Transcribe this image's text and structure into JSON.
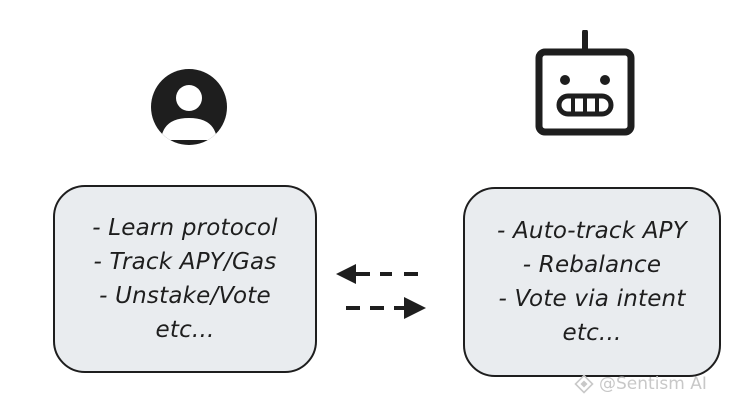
{
  "human": {
    "icon": "person-icon",
    "lines": [
      "- Learn protocol",
      "- Track APY/Gas",
      "- Unstake/Vote",
      "etc..."
    ]
  },
  "agent": {
    "icon": "robot-icon",
    "lines": [
      "- Auto-track APY",
      "- Rebalance",
      "- Vote via intent",
      "etc..."
    ]
  },
  "watermark": {
    "text": "@Sentism AI",
    "icon": "sentism-logo-icon"
  },
  "colors": {
    "stroke": "#1e1e1e",
    "box_fill": "#e9ecef",
    "watermark": "#c8c8c8"
  }
}
